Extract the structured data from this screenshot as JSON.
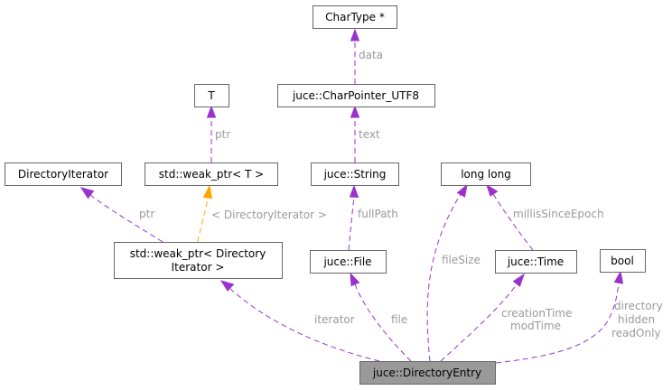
{
  "nodes": {
    "chartype": "CharType *",
    "t": "T",
    "charpointer": "juce::CharPointer_UTF8",
    "directoryiterator": "DirectoryIterator",
    "weakptr_t": "std::weak_ptr< T >",
    "string": "juce::String",
    "longlong": "long long",
    "weakptr_dir_line1": "std::weak_ptr< Directory",
    "weakptr_dir_line2": "Iterator >",
    "file": "juce::File",
    "time": "juce::Time",
    "bool": "bool",
    "entry": "juce::DirectoryEntry"
  },
  "edge_labels": {
    "data": "data",
    "ptr_t": "ptr",
    "text": "text",
    "ptr_dir": "ptr",
    "template_arg": "< DirectoryIterator >",
    "fullpath": "fullPath",
    "millis": "millisSinceEpoch",
    "filesize": "fileSize",
    "iterator": "iterator",
    "file": "file",
    "creation_time": "creationTime",
    "mod_time": "modTime",
    "directory": "directory",
    "hidden": "hidden",
    "readonly": "readOnly"
  },
  "colors": {
    "member_edge": "#9a32cd",
    "template_edge": "#ffa500",
    "focus_node_fill": "#999999",
    "node_border": "#666666",
    "label_text": "#9a9a9a"
  }
}
